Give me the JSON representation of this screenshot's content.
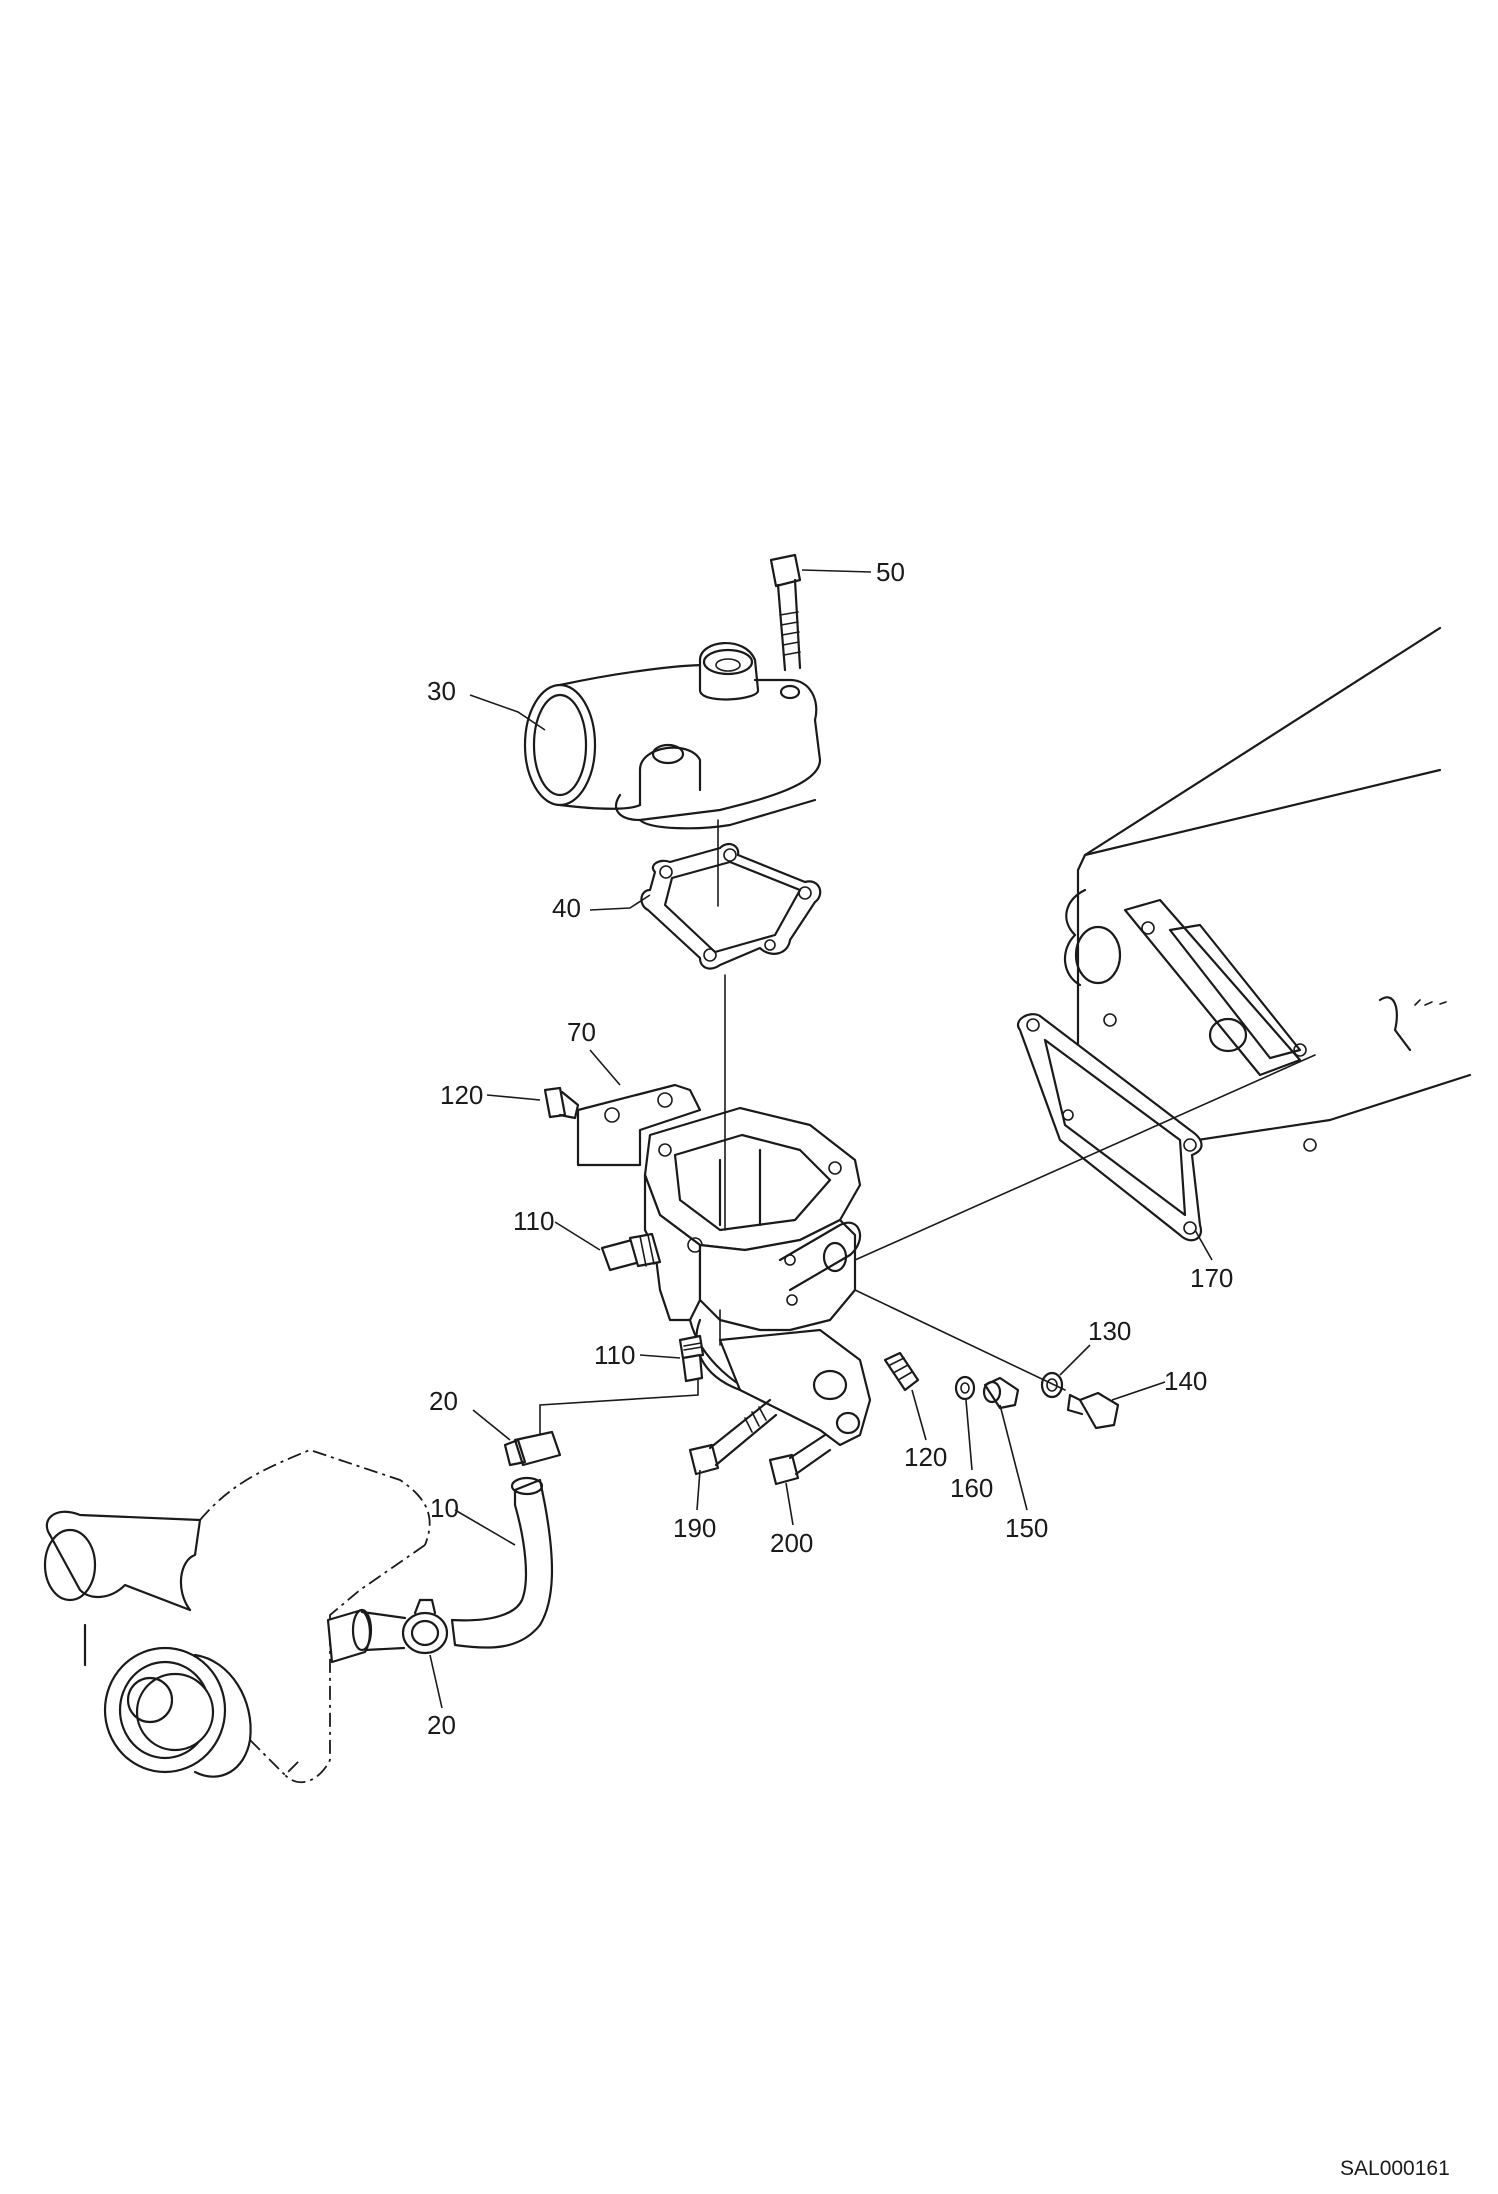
{
  "drawing_code": "SAL000161",
  "callouts": [
    {
      "id": "c50",
      "label": "50"
    },
    {
      "id": "c30",
      "label": "30"
    },
    {
      "id": "c40",
      "label": "40"
    },
    {
      "id": "c70",
      "label": "70"
    },
    {
      "id": "c120a",
      "label": "120"
    },
    {
      "id": "c110a",
      "label": "110"
    },
    {
      "id": "c110b",
      "label": "110"
    },
    {
      "id": "c20a",
      "label": "20"
    },
    {
      "id": "c10",
      "label": "10"
    },
    {
      "id": "c20b",
      "label": "20"
    },
    {
      "id": "c190",
      "label": "190"
    },
    {
      "id": "c200",
      "label": "200"
    },
    {
      "id": "c120b",
      "label": "120"
    },
    {
      "id": "c160",
      "label": "160"
    },
    {
      "id": "c150",
      "label": "150"
    },
    {
      "id": "c130",
      "label": "130"
    },
    {
      "id": "c140",
      "label": "140"
    },
    {
      "id": "c170",
      "label": "170"
    }
  ]
}
